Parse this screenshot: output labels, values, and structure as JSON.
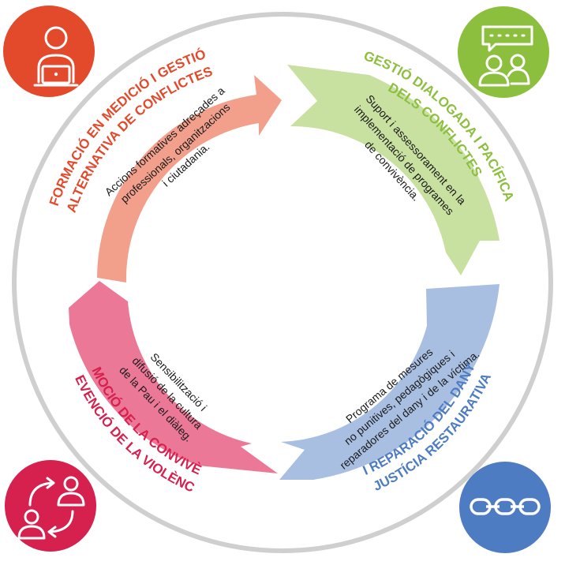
{
  "colors": {
    "orange": "#e3492b",
    "green": "#8dbf3f",
    "blue": "#4d7cc2",
    "crimson": "#d6204e",
    "salmon": "#f2a08c",
    "light_green": "#c8e0a0",
    "light_blue": "#a9bfe2",
    "pink": "#ec7898",
    "ring": "#c9c9c9"
  },
  "quadrants": {
    "top_left": {
      "icon": "laptop-user-icon",
      "title_lines": [
        "FORMACIÓ EN MEDICIÓ I GESTIÓ",
        "ALTERNATIVA DE CONFLICTES"
      ],
      "body_lines": [
        "Accions formatives adreçades a",
        "professionals, organitzacions",
        "i ciutadania."
      ]
    },
    "top_right": {
      "icon": "dialogue-people-icon",
      "title_lines": [
        "GESTIÓ DIALOGADA I PACÍFICA",
        "DELS CONFLICTES"
      ],
      "body_lines": [
        "Suport i assessorament en la",
        "implementació de programes",
        "de convivència."
      ]
    },
    "bottom_right": {
      "icon": "chain-links-icon",
      "title_lines": [
        "JUSTÍCIA RESTAURATIVA",
        "I REPARACIÓ DEL DANY"
      ],
      "body_lines": [
        "Programa de mesures",
        "no punitives, pedagògiques i",
        "reparadores del dany i de la víctima."
      ]
    },
    "bottom_left": {
      "icon": "people-exchange-icon",
      "title_lines": [
        "PREVENCIÓ DE LA VIOLÈNCIA",
        "I PROMOCIÓ DE LA CONVIVÈNCIA"
      ],
      "body_lines": [
        "Sensibilització i",
        "difusió  de la cultura",
        "de la Pau i el diàleg."
      ]
    }
  }
}
